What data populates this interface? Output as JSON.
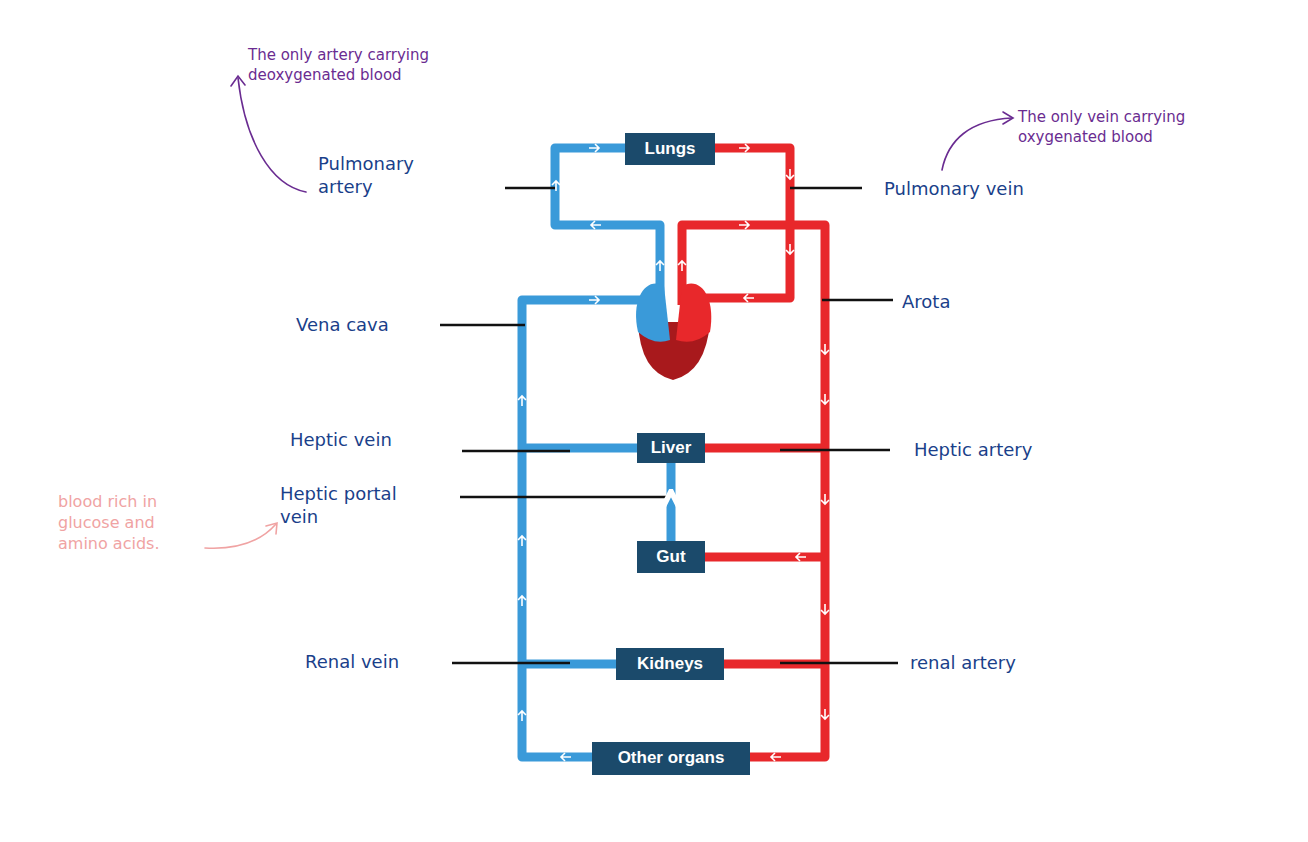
{
  "diagram": {
    "nodes": [
      {
        "text": [
          "Lungs"
        ]
      },
      {
        "text": [
          "Liver"
        ]
      },
      {
        "text": [
          "Gut"
        ]
      },
      {
        "text": [
          "Kidneys"
        ]
      },
      {
        "text": [
          "Other organs"
        ]
      }
    ],
    "edges": [
      {
        "from": 2,
        "to": 1,
        "arrow": "to"
      }
    ],
    "labels": [
      "The only artery carrying deoxygenated blood",
      "Pulmonary artery",
      "The only vein carrying oxygenated blood",
      "Pulmonary vein",
      "Arota",
      "Vena cava",
      "Heptic vein",
      "Heptic artery",
      "Heptic portal vein",
      "blood rich in glucose and amino acids.",
      "Renal vein",
      "renal artery"
    ]
  }
}
